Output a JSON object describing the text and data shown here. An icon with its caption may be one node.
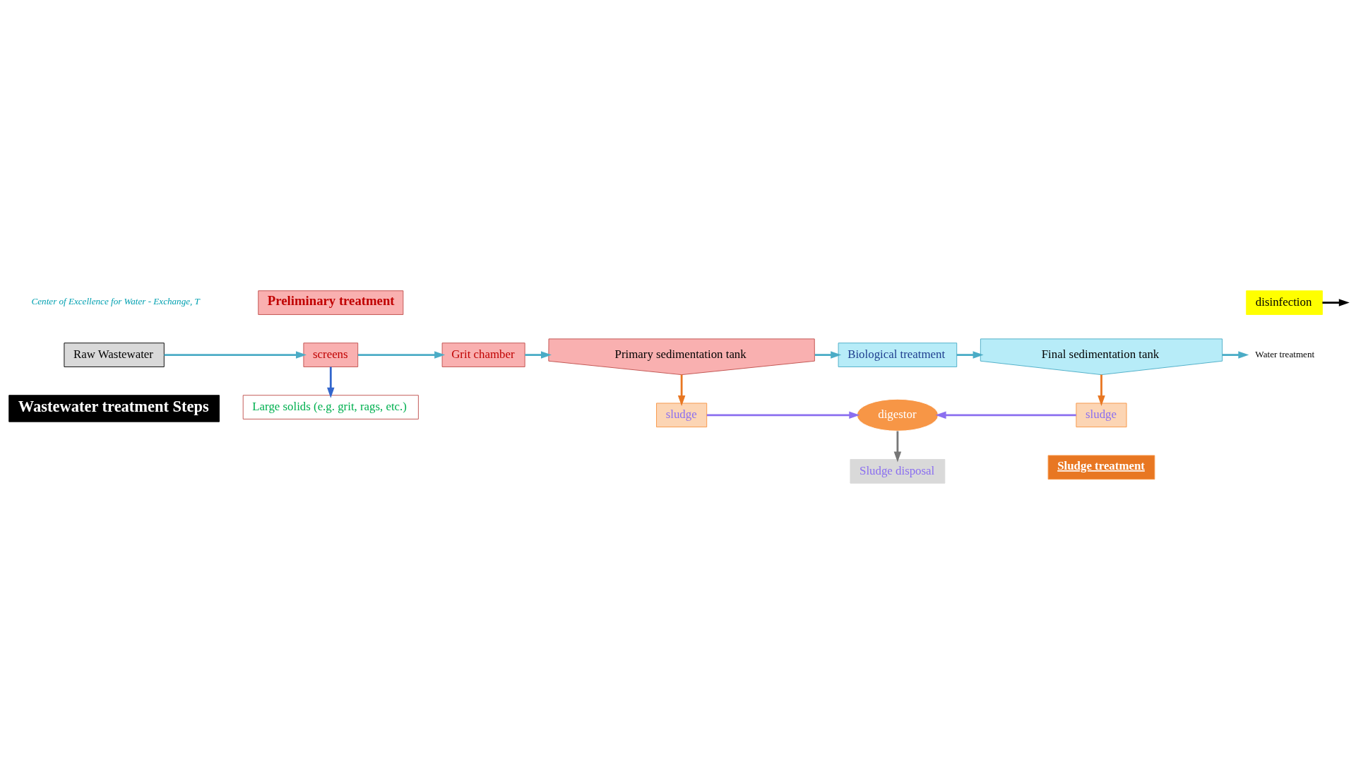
{
  "diagram": {
    "nodes": [
      {
        "text": [
          "Preliminary treatment"
        ]
      },
      {
        "text": [
          "Raw Wastewater"
        ]
      },
      {
        "text": [
          "screens"
        ]
      },
      {
        "text": [
          "Grit chamber"
        ]
      },
      {
        "text": [
          "Primary sedimentation tank"
        ]
      },
      {
        "text": [
          "Biological treatment"
        ]
      },
      {
        "text": [
          "Final sedimentation tank"
        ]
      },
      {
        "text": [
          "disinfection"
        ]
      },
      {
        "text": [
          "Water treatment"
        ]
      },
      {
        "text": [
          "Large solids (e.g. grit, rags, etc.)"
        ]
      },
      {
        "text": [
          "sludge"
        ]
      },
      {
        "text": [
          "sludge"
        ]
      },
      {
        "text": [
          "digestor"
        ]
      },
      {
        "text": [
          "Sludge treatment"
        ]
      },
      {
        "text": [
          "Sludge disposal"
        ]
      },
      {
        "text": [
          "Wastewater treatment Steps"
        ]
      }
    ],
    "edges": [
      {
        "from": 1,
        "to": 2,
        "arrow": "to"
      },
      {
        "from": 2,
        "to": 3,
        "arrow": "to"
      },
      {
        "from": 3,
        "to": 4,
        "arrow": "to"
      },
      {
        "from": 4,
        "to": 5,
        "arrow": "to"
      },
      {
        "from": 5,
        "to": 6,
        "arrow": "to"
      },
      {
        "from": 6,
        "to": 8,
        "arrow": "to"
      },
      {
        "from": 7,
        "to": null,
        "arrow": "to",
        "color": "#000000"
      },
      {
        "from": 2,
        "to": 9,
        "arrow": "to",
        "color": "#3366cc"
      },
      {
        "from": 4,
        "to": 10,
        "arrow": "to",
        "color": "#e87722"
      },
      {
        "from": 6,
        "to": 11,
        "arrow": "to",
        "color": "#e87722"
      },
      {
        "from": 10,
        "to": 12,
        "arrow": "to",
        "color": "#8b6ff0"
      },
      {
        "from": 11,
        "to": 12,
        "arrow": "to",
        "color": "#8b6ff0"
      },
      {
        "from": 12,
        "to": 14,
        "arrow": "to",
        "color": "#777777"
      }
    ],
    "labels": [
      "Center of Excellence for Water - Exchange, T"
    ]
  }
}
